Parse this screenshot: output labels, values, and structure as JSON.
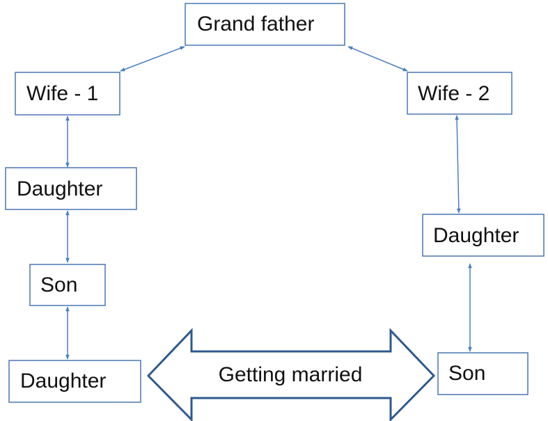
{
  "nodes": {
    "grandfather": "Grand father",
    "wife1": "Wife - 1",
    "wife2": "Wife - 2",
    "left_daughter_1": "Daughter",
    "left_son": "Son",
    "left_daughter_2": "Daughter",
    "right_daughter": "Daughter",
    "right_son": "Son"
  },
  "marriage_arrow": {
    "label": "Getting married"
  },
  "colors": {
    "box_border": "#4a76b2",
    "connector": "#4a7fc0",
    "big_arrow_border": "#2e5a8e"
  }
}
